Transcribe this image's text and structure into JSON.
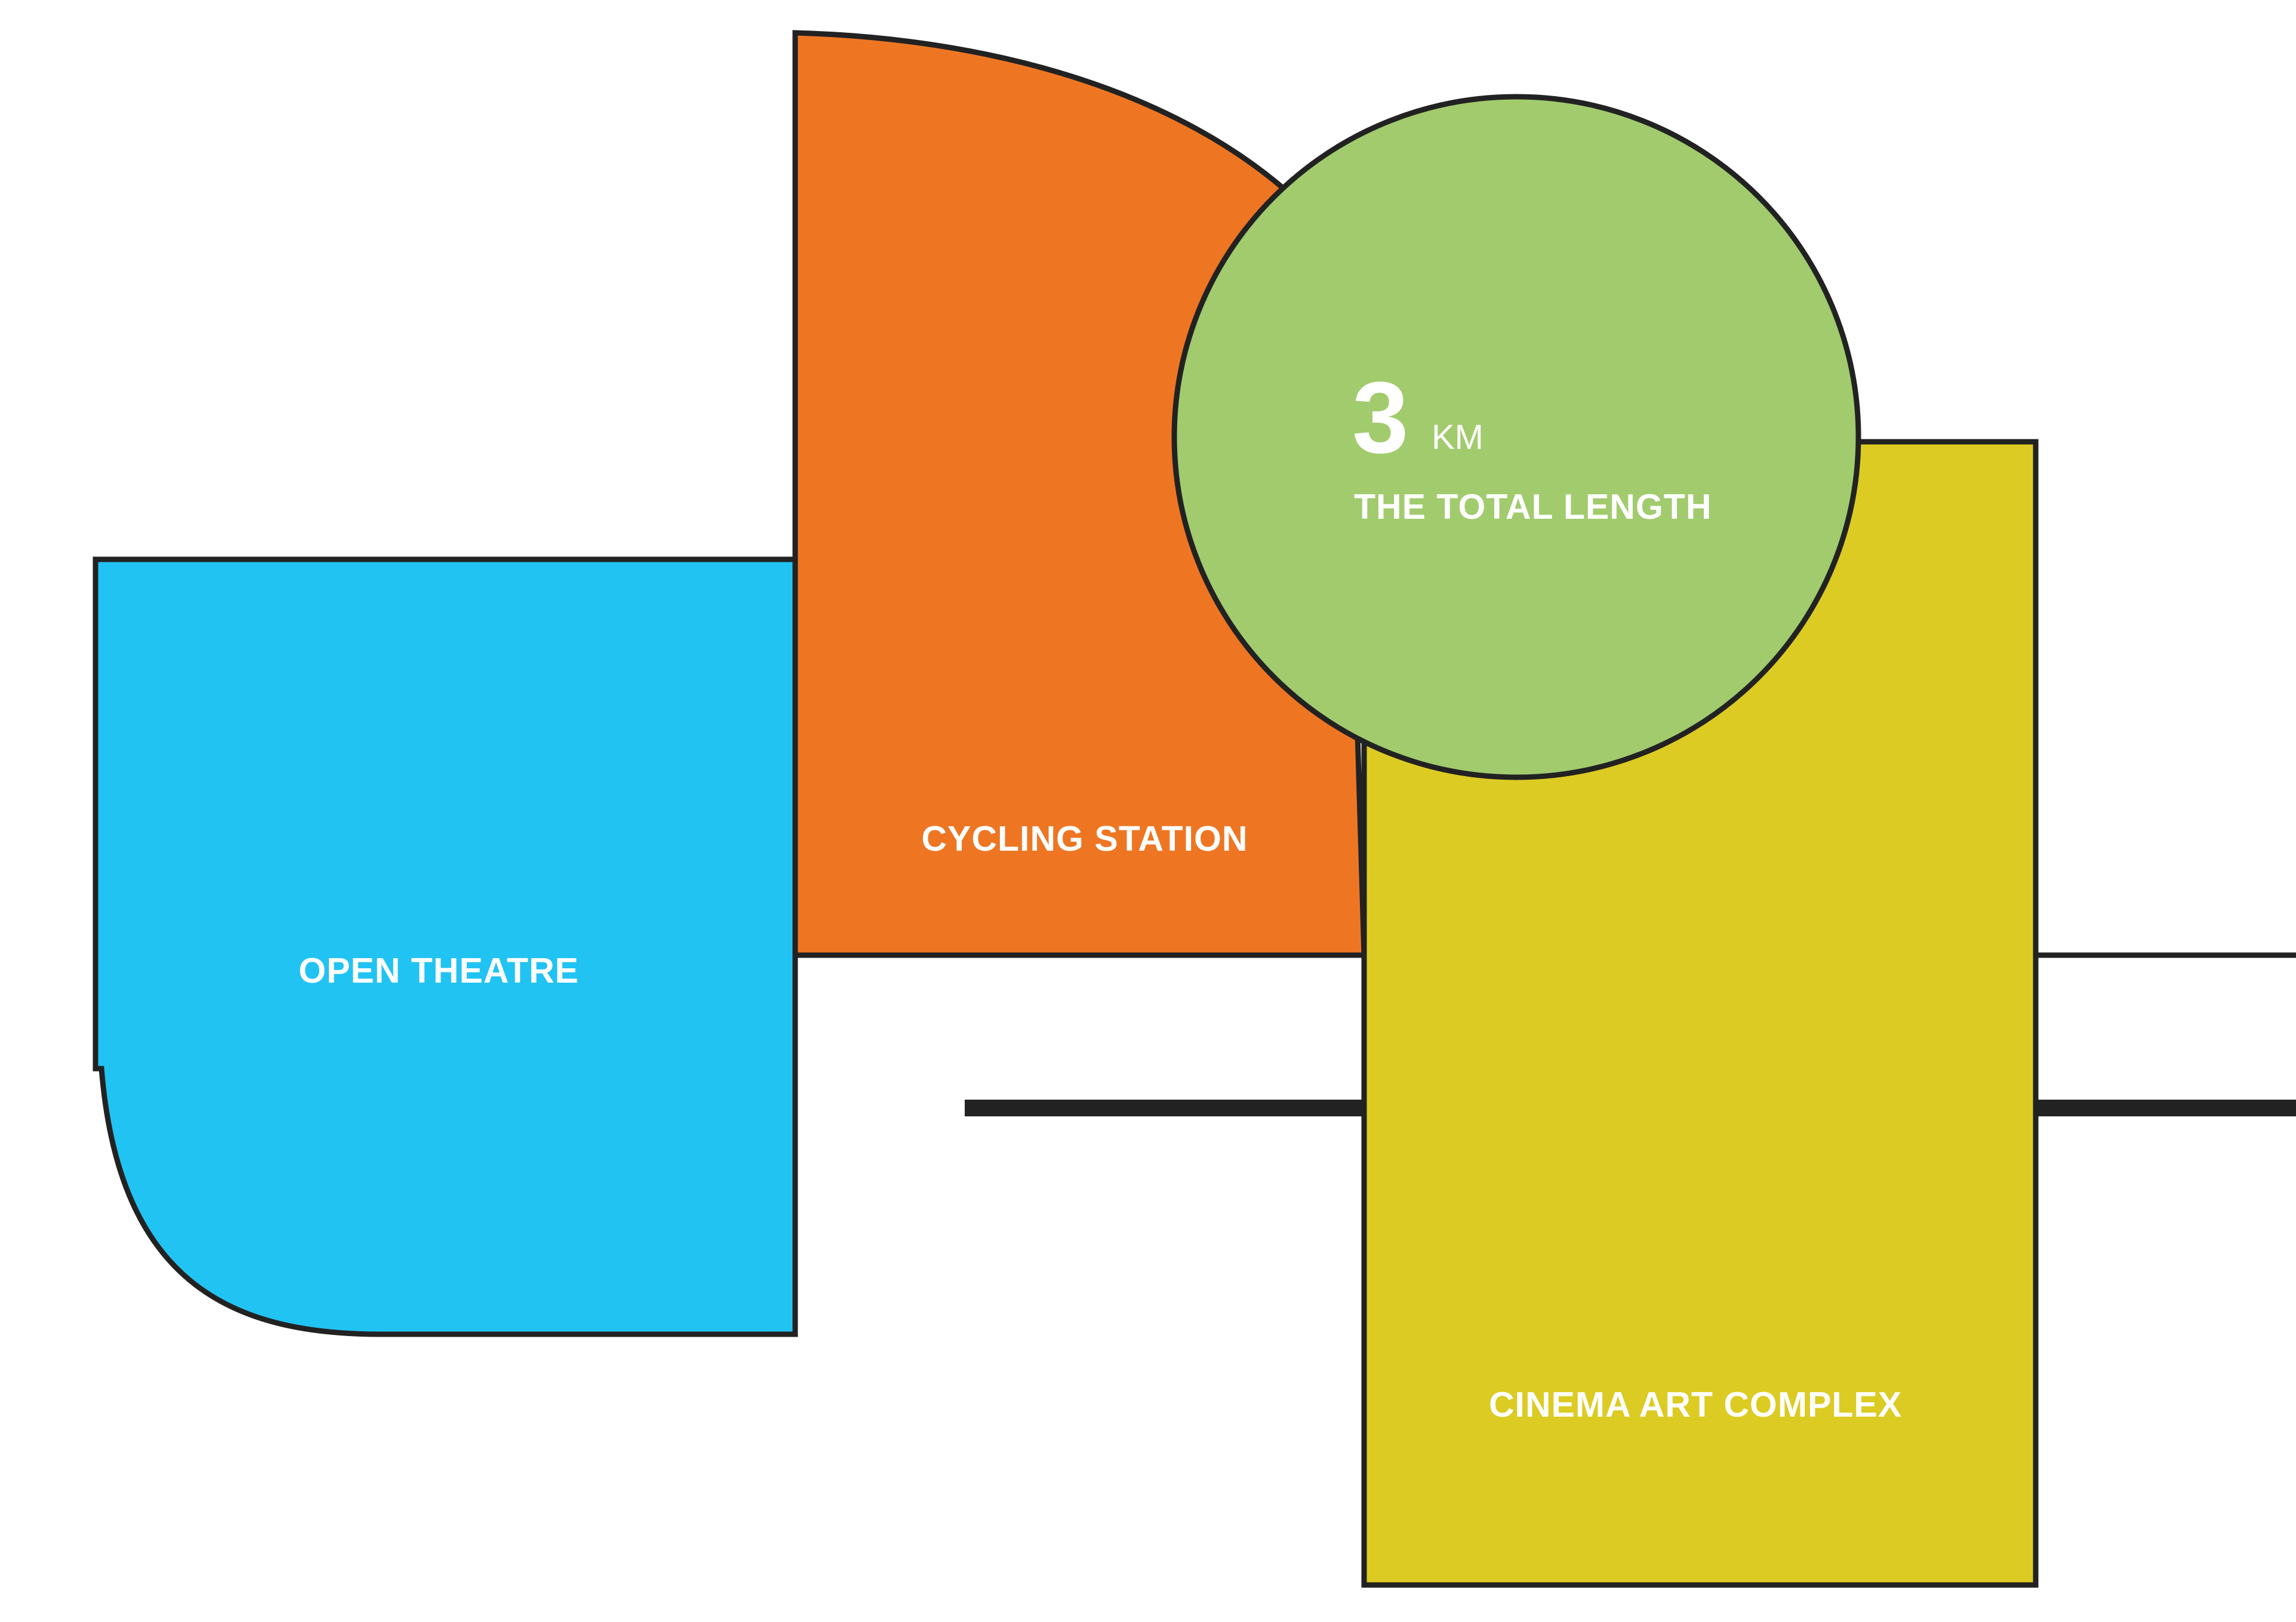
{
  "diagram": {
    "shapes": {
      "open_theatre": {
        "label": "OPEN THEATRE",
        "color": "#21C3F3"
      },
      "cycling_station": {
        "label": "CYCLING STATION",
        "color": "#EE7623"
      },
      "cinema_art_complex": {
        "label": "CINEMA ART COMPLEX",
        "color": "#DCCB22"
      },
      "total_length_circle": {
        "value": "3",
        "unit": "KM",
        "caption": "THE TOTAL LENGTH",
        "color": "#A1CB6D"
      }
    },
    "outline_color": "#222222"
  }
}
